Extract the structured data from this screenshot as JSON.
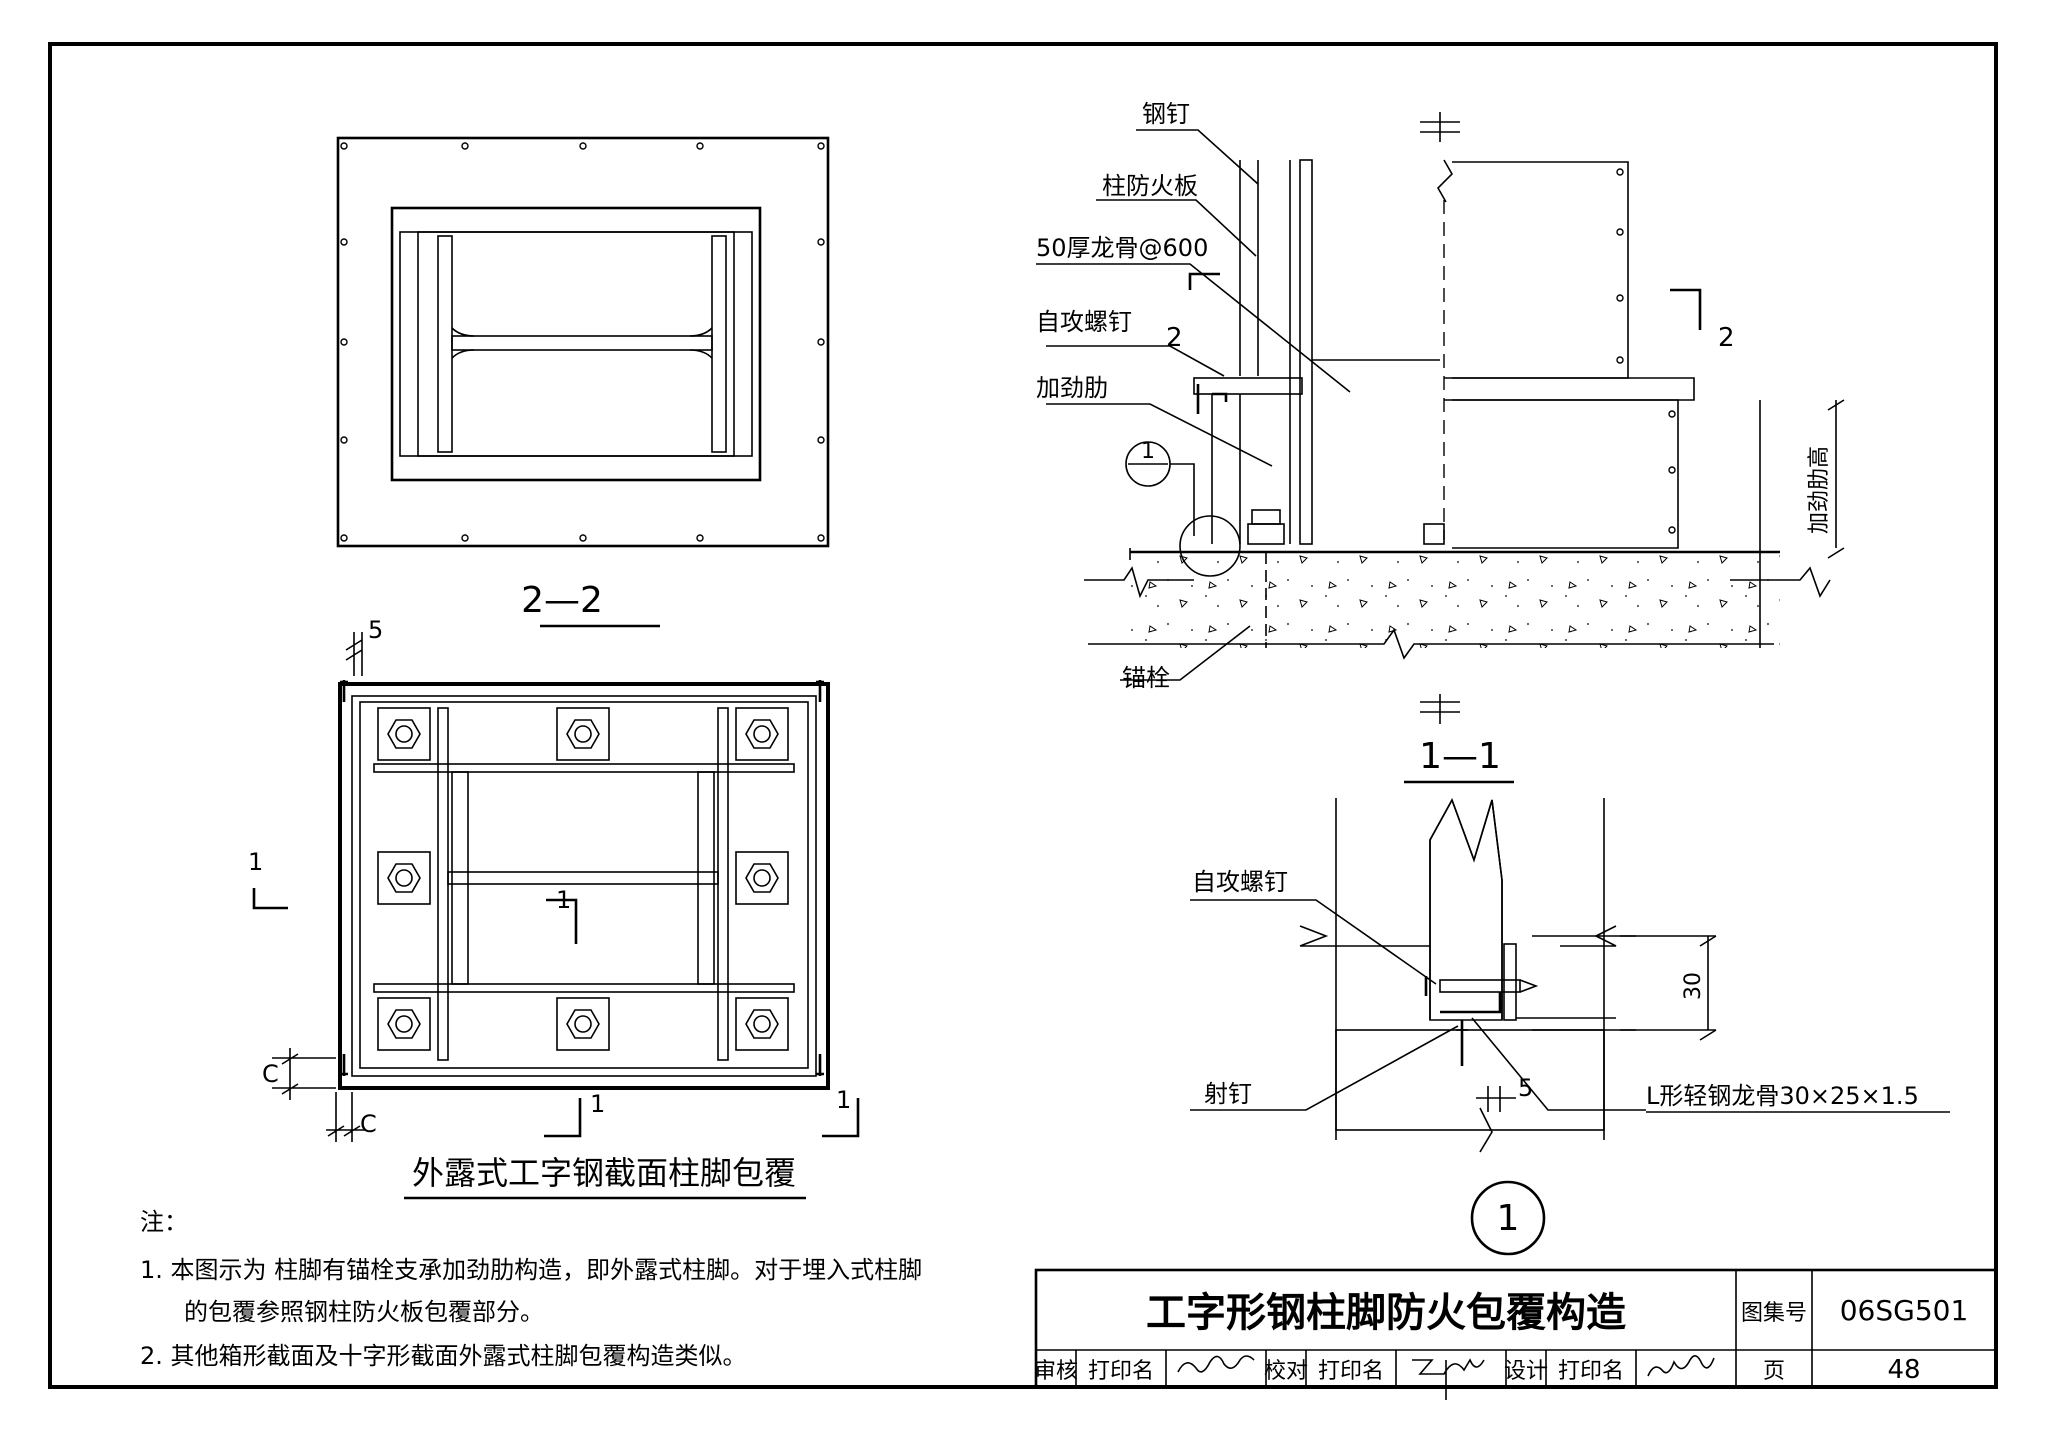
{
  "view_top": {
    "label": "2—2"
  },
  "view_bottom": {
    "title": "外露式工字钢截面柱脚包覆",
    "dim_5": "5",
    "dim_c": "C",
    "cut_1": "1"
  },
  "section_1_1": {
    "label": "1—1",
    "callouts": {
      "nail": "钢钉",
      "board": "柱防火板",
      "keel": "50厚龙骨@600",
      "screw": "自攻螺钉",
      "rib": "加劲肋",
      "anchor": "锚栓"
    },
    "cut_2": "2",
    "detail_ref": "1",
    "rib_height": "加劲肋高"
  },
  "detail_1": {
    "label": "1",
    "screw": "自攻螺钉",
    "shot_nail": "射钉",
    "l_keel": "L形轻钢龙骨30×25×1.5",
    "dim_30": "30",
    "dim_5": "5"
  },
  "notes": {
    "head": "注：",
    "line1": "1.  本图示为 柱脚有锚栓支承加劲肋构造，即外露式柱脚。对于埋入式柱脚",
    "line1b": "的包覆参照钢柱防火板包覆部分。",
    "line2": "2.  其他箱形截面及十字形截面外露式柱脚包覆构造类似。"
  },
  "title_block": {
    "title": "工字形钢柱脚防火包覆构造",
    "atlas_label": "图集号",
    "atlas_no": "06SG501",
    "page_label": "页",
    "page_no": "48",
    "review": "审核",
    "check": "校对",
    "design": "设计",
    "print_name": "打印名"
  }
}
